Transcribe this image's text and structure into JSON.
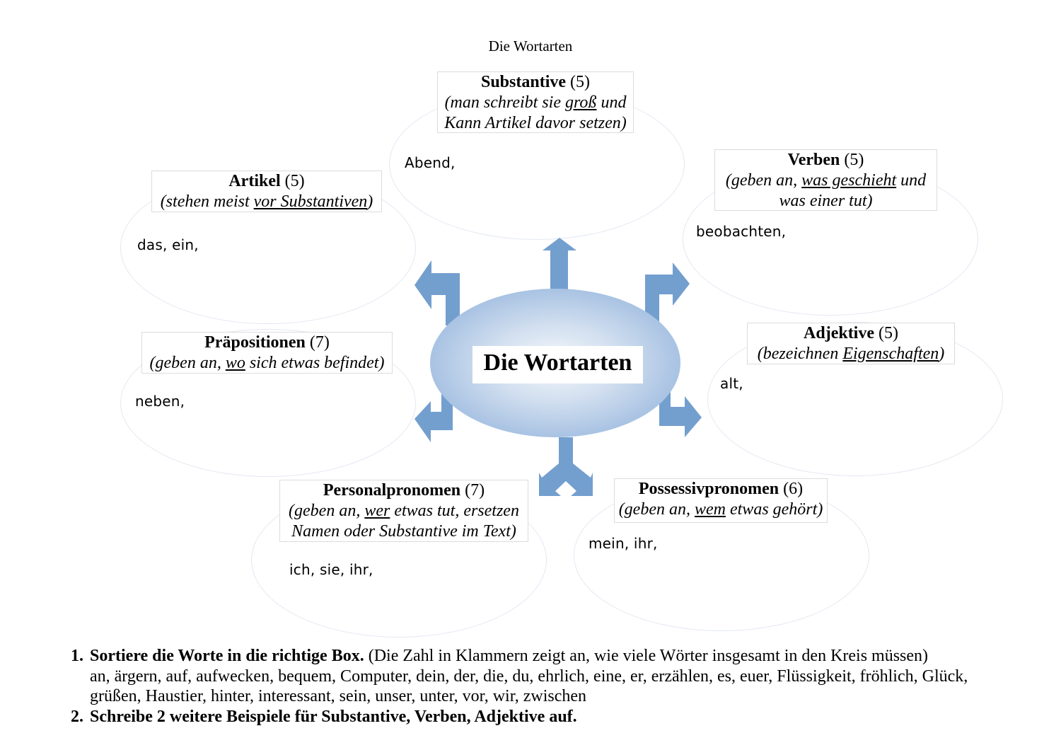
{
  "document": {
    "title": "Die Wortarten",
    "center_label": "Die Wortarten",
    "accent_color": "#739fcf"
  },
  "categories": [
    {
      "id": "substantive",
      "name": "Substantive",
      "count": "(5)",
      "desc_parts": [
        "(man schreibt sie ",
        "groß",
        " und Kann Artikel davor setzen)"
      ],
      "entries": "Abend,"
    },
    {
      "id": "artikel",
      "name": "Artikel",
      "count": "(5)",
      "desc_parts": [
        "(stehen meist ",
        "vor Substantiven",
        ")"
      ],
      "entries": "das, ein,"
    },
    {
      "id": "verben",
      "name": "Verben",
      "count": "(5)",
      "desc_parts": [
        "(geben an, ",
        "was geschieht",
        " und was einer tut)"
      ],
      "entries": "beobachten,"
    },
    {
      "id": "praepositionen",
      "name": "Präpositionen",
      "count": "(7)",
      "desc_parts": [
        "(geben an, ",
        "wo",
        " sich etwas befindet)"
      ],
      "entries": "neben,"
    },
    {
      "id": "adjektive",
      "name": "Adjektive",
      "count": "(5)",
      "desc_parts": [
        "(bezeichnen ",
        "Eigenschaften",
        ")"
      ],
      "entries": "alt,"
    },
    {
      "id": "personalpronomen",
      "name": "Personalpronomen",
      "count": "(7)",
      "desc_parts": [
        "(geben an, ",
        "wer",
        " etwas tut, ersetzen Namen oder Substantive im Text)"
      ],
      "entries": "ich, sie, ihr,"
    },
    {
      "id": "possessivpronomen",
      "name": "Possessivpronomen",
      "count": "(6)",
      "desc_parts": [
        "(geben an, ",
        "wem",
        " etwas gehört)"
      ],
      "entries": "mein, ihr,"
    }
  ],
  "tasks": [
    {
      "number": "1.",
      "bold": "Sortiere die Worte in die richtige Box.",
      "rest": " (Die Zahl in Klammern zeigt an, wie viele Wörter insgesamt in den Kreis müssen)",
      "word_list": "an, ärgern, auf, aufwecken, bequem, Computer, dein, der, die, du, ehrlich, eine, er, erzählen, es, euer, Flüssigkeit, fröhlich, Glück, grüßen, Haustier, hinter, interessant, sein, unser, unter, vor, wir, zwischen"
    },
    {
      "number": "2.",
      "bold": "Schreibe 2 weitere Beispiele für Substantive, Verben, Adjektive auf."
    }
  ]
}
